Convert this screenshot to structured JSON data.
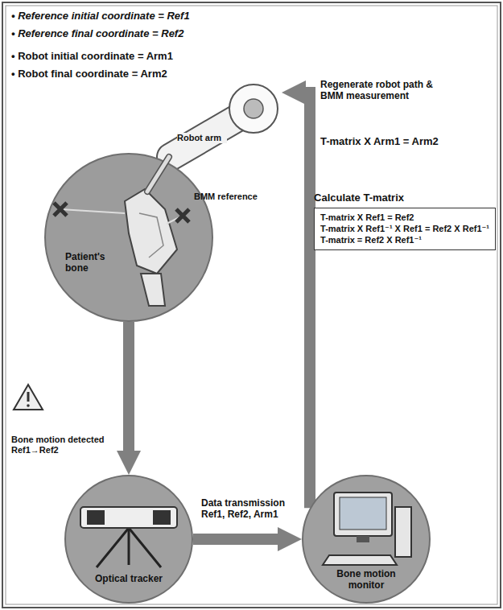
{
  "diagram": {
    "nodes": [
      {
        "text": [
          "Robot arm"
        ]
      },
      {
        "text": [
          "BMM reference",
          "Patient's bone"
        ]
      },
      {
        "text": [
          "Optical tracker"
        ]
      },
      {
        "text": [
          "Bone motion monitor"
        ]
      },
      {
        "text": [
          "Calculate T-matrix",
          "T-matrix X Ref1 = Ref2",
          "T-matrix X Ref1⁻¹ X Ref1 = Ref2 X Ref1⁻¹",
          "T-matrix = Ref2 X Ref1⁻¹"
        ]
      }
    ],
    "edges": [
      {
        "from": 1,
        "to": 2,
        "arrow": "to",
        "label": "Bone motion detected Ref1→Ref2"
      },
      {
        "from": 2,
        "to": 3,
        "arrow": "to",
        "label": "Data transmission Ref1, Ref2, Arm1"
      },
      {
        "from": 3,
        "to": 0,
        "arrow": "to",
        "label": "Regenerate robot path & BMM measurement"
      }
    ],
    "labels": [
      "• Reference initial coordinate = Ref1",
      "• Reference final coordinate = Ref2",
      "• Robot initial coordinate = Arm1",
      "• Robot final coordinate = Arm2",
      "T-matrix X Arm1 = Arm2"
    ]
  }
}
